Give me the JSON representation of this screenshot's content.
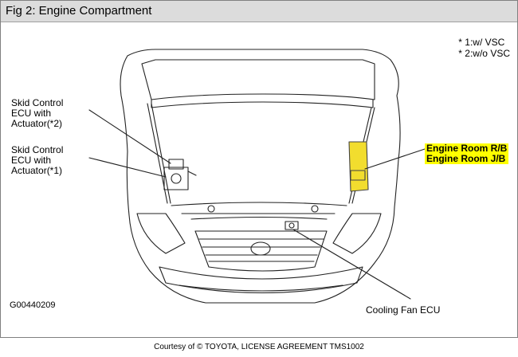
{
  "title": "Fig 2: Engine Compartment",
  "legend": [
    "* 1:w/ VSC",
    "* 2:w/o VSC"
  ],
  "labels": {
    "skid2": [
      "Skid Control",
      "ECU with",
      "Actuator(*2)"
    ],
    "skid1": [
      "Skid Control",
      "ECU with",
      "Actuator(*1)"
    ],
    "engine_room": [
      "Engine Room R/B",
      "Engine Room J/B"
    ],
    "cooling_fan": "Cooling Fan ECU"
  },
  "code": "G00440209",
  "footer": "Courtesy of © TOYOTA, LICENSE AGREEMENT TMS1002",
  "colors": {
    "highlight": "#ffff00",
    "component": "#f2dd2e",
    "line": "#222222"
  }
}
